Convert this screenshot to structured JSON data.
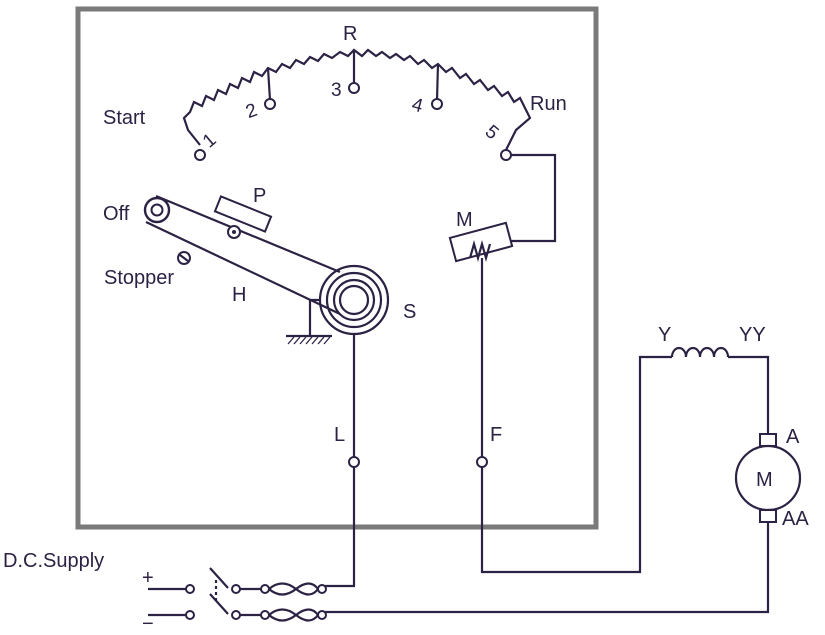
{
  "labels": {
    "resistance": "R",
    "start": "Start",
    "run": "Run",
    "off": "Off",
    "pilot": "P",
    "stopper": "Stopper",
    "handle": "H",
    "spring": "S",
    "magnet": "M",
    "line_terminal": "L",
    "field_terminal": "F",
    "field_start": "Y",
    "field_end": "YY",
    "armature_top": "A",
    "armature_bottom": "AA",
    "motor": "M",
    "supply": "D.C.Supply",
    "plus": "+",
    "minus": "−"
  },
  "studs": [
    "1",
    "2",
    "3",
    "4",
    "5"
  ],
  "colors": {
    "ink": "#2c2244",
    "box": "#7a7a7a"
  }
}
